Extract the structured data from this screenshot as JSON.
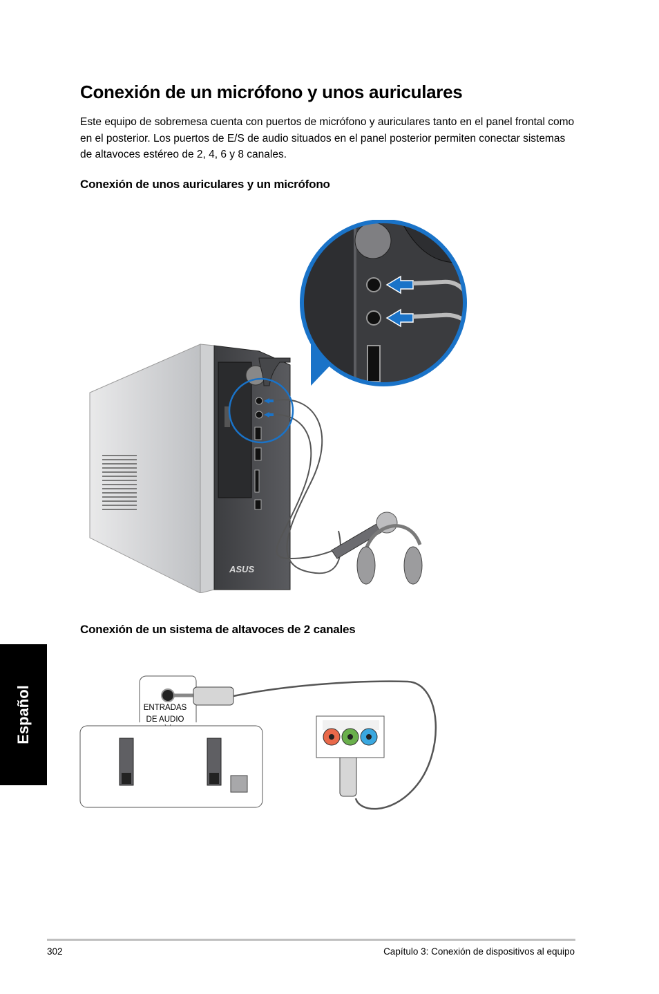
{
  "page": {
    "title": "Conexión de un micrófono y unos auriculares",
    "intro": "Este equipo de sobremesa cuenta con puertos de micrófono y auriculares tanto en el panel frontal como en el posterior. Los puertos de E/S de audio situados en el panel posterior permiten conectar sistemas de altavoces estéreo de 2, 4, 6 y 8 canales.",
    "section1_heading": "Conexión de unos auriculares y un micrófono",
    "section2_heading": "Conexión de un sistema de altavoces de 2 canales"
  },
  "side_tab": {
    "label": "Español"
  },
  "figure1": {
    "brand_logo": "ASUS"
  },
  "figure2": {
    "audio_in_label_line1": "ENTRADAS",
    "audio_in_label_line2": "DE AUDIO",
    "port_colors": [
      "#e9694a",
      "#6ab04c",
      "#3aa8e0"
    ]
  },
  "footer": {
    "page_number": "302",
    "chapter": "Capítulo 3: Conexión de dispositivos al equipo"
  }
}
